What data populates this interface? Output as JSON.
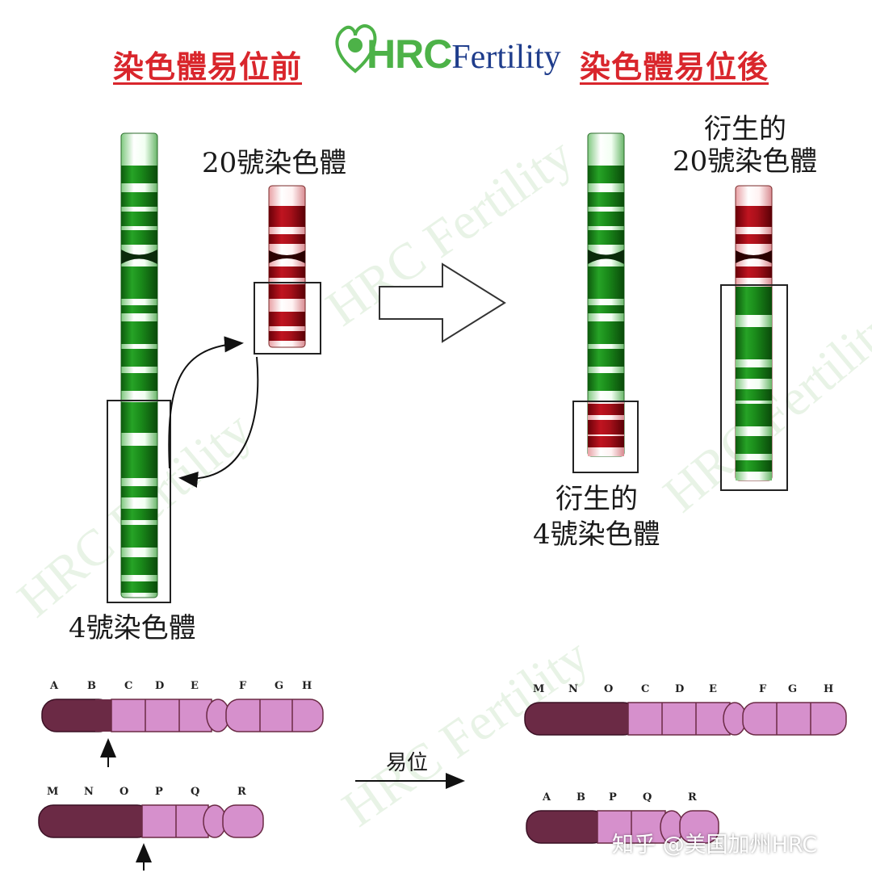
{
  "headings": {
    "before": "染色體易位前",
    "after": "染色體易位後"
  },
  "logo": {
    "hrc": "HRC",
    "fertility": "Fertility"
  },
  "watermark": "HRC Fertility",
  "labels": {
    "chr20": "20號染色體",
    "chr4": "4號染色體",
    "derived20_line1": "衍生的",
    "derived20_line2": "20號染色體",
    "derived4_line1": "衍生的",
    "derived4_line2": "4號染色體"
  },
  "bottom": {
    "top_left_letters": [
      "A",
      "B",
      "C",
      "D",
      "E",
      "F",
      "G",
      "H"
    ],
    "bottom_left_letters": [
      "M",
      "N",
      "O",
      "P",
      "Q",
      "R"
    ],
    "top_right_letters": [
      "M",
      "N",
      "O",
      "C",
      "D",
      "E",
      "F",
      "G",
      "H"
    ],
    "bottom_right_letters": [
      "A",
      "B",
      "P",
      "Q",
      "R"
    ],
    "arrow_label": "易位"
  },
  "credit": "知乎 @美国加州HRC",
  "colors": {
    "heading": "#d9262c",
    "green_band": "#1e8a1e",
    "red_band": "#a8101a",
    "dark_segment": "#6b2a45",
    "pink_segment": "#d690cc",
    "logo_green": "#4db248",
    "logo_blue": "#1f3d8c"
  }
}
